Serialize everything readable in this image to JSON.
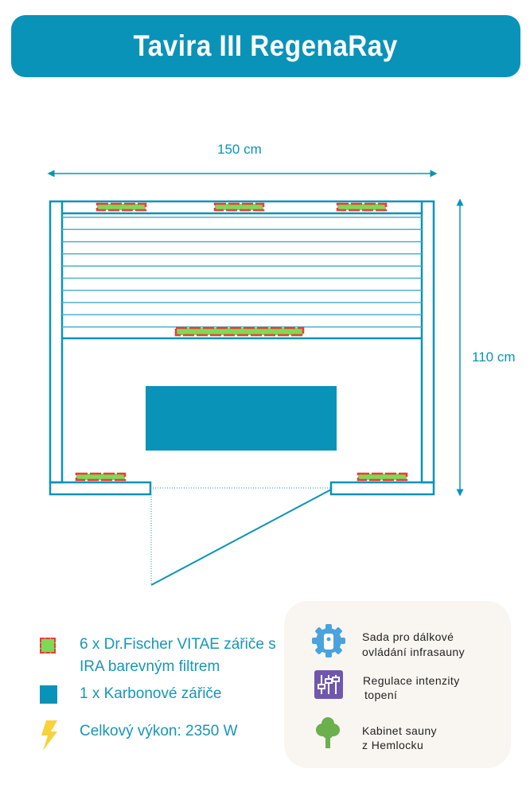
{
  "title": "Tavira III RegenaRay",
  "dimensions": {
    "width_label": "150 cm",
    "depth_label": "110 cm"
  },
  "legend": [
    {
      "icon": "vitae-emitter-icon",
      "line1": "6 x Dr.Fischer VITAE zářiče s",
      "line2": "IRA barevným filtrem"
    },
    {
      "icon": "carbon-emitter-icon",
      "line1": "1 x Karbonové zářiče"
    },
    {
      "icon": "lightning-icon",
      "line1": "Celkový výkon: 2350 W"
    }
  ],
  "features": [
    {
      "icon": "remote-gear-icon",
      "line1": "Sada pro dálkové",
      "line2": "ovládání infrasauny"
    },
    {
      "icon": "sliders-icon",
      "line1": "Regulace intenzity",
      "line2": "topení"
    },
    {
      "icon": "tree-icon",
      "line1": "Kabinet sauny",
      "line2": "z Hemlocku"
    }
  ],
  "colors": {
    "primary": "#0a93b8",
    "emitter_fill": "#7ed957",
    "emitter_border": "#f0393a",
    "panel_bg": "#f9f6f1"
  }
}
